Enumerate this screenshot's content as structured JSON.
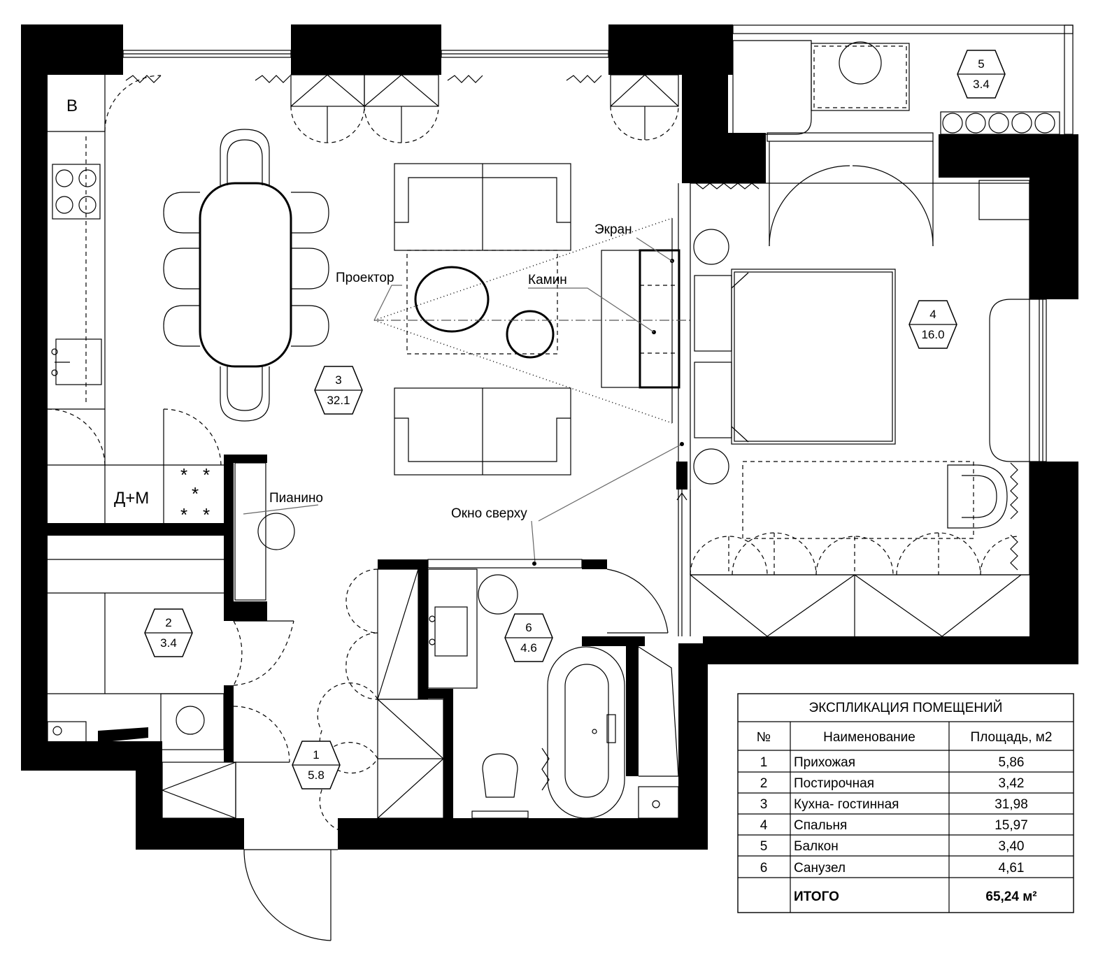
{
  "plan": {
    "labels": {
      "storage_v": "B",
      "storage_dm": "Д+М",
      "projector": "Проектор",
      "screen": "Экран",
      "fireplace": "Камин",
      "piano": "Пианино",
      "skylight": "Окно сверху"
    },
    "rooms": [
      {
        "num": "1",
        "area": "5.8"
      },
      {
        "num": "2",
        "area": "3.4"
      },
      {
        "num": "3",
        "area": "32.1"
      },
      {
        "num": "4",
        "area": "16.0"
      },
      {
        "num": "5",
        "area": "3.4"
      },
      {
        "num": "6",
        "area": "4.6"
      }
    ]
  },
  "explication": {
    "title": "ЭКСПЛИКАЦИЯ ПОМЕЩЕНИЙ",
    "headers": {
      "num": "№",
      "name": "Наименование",
      "area": "Площадь, м2"
    },
    "rows": [
      {
        "num": "1",
        "name": "Прихожая",
        "area": "5,86"
      },
      {
        "num": "2",
        "name": "Постирочная",
        "area": "3,42"
      },
      {
        "num": "3",
        "name": "Кухна- гостинная",
        "area": "31,98"
      },
      {
        "num": "4",
        "name": "Спальня",
        "area": "15,97"
      },
      {
        "num": "5",
        "name": "Балкон",
        "area": "3,40"
      },
      {
        "num": "6",
        "name": "Санузел",
        "area": "4,61"
      }
    ],
    "total": {
      "label": "ИТОГО",
      "value": "65,24 м²"
    }
  }
}
